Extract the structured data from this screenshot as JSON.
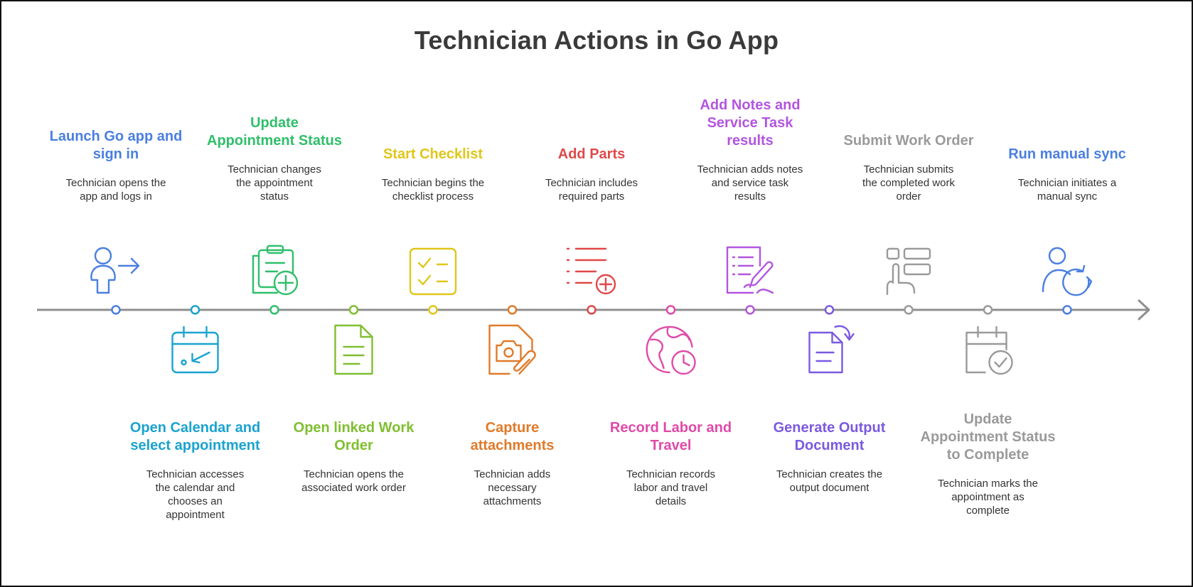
{
  "title": "Technician Actions in Go App",
  "steps": [
    {
      "title": "Launch Go app and sign in",
      "description": "Technician opens the app and logs in",
      "color": "#4a7fe0",
      "icon": "user-arrow-icon",
      "side": "top"
    },
    {
      "title": "Open Calendar and select appointment",
      "description": "Technician accesses the calendar and chooses an appointment",
      "color": "#1aa3cf",
      "icon": "calendar-arrow-icon",
      "side": "bottom"
    },
    {
      "title": "Update Appointment Status",
      "description": "Technician changes the appointment status",
      "color": "#2fbf6a",
      "icon": "clipboard-plus-icon",
      "side": "top"
    },
    {
      "title": "Open linked Work Order",
      "description": "Technician opens the associated work order",
      "color": "#7fbf30",
      "icon": "document-icon",
      "side": "bottom"
    },
    {
      "title": "Start Checklist",
      "description": "Technician begins the checklist process",
      "color": "#e0c61a",
      "icon": "checklist-icon",
      "side": "top"
    },
    {
      "title": "Capture attachments",
      "description": "Technician adds necessary attachments",
      "color": "#e07a2a",
      "icon": "camera-attachment-icon",
      "side": "bottom"
    },
    {
      "title": "Add Parts",
      "description": "Technician includes required parts",
      "color": "#e04848",
      "icon": "list-plus-icon",
      "side": "top"
    },
    {
      "title": "Record Labor and Travel",
      "description": "Technician records labor and travel details",
      "color": "#e04aa8",
      "icon": "globe-clock-icon",
      "side": "bottom"
    },
    {
      "title": "Add Notes and Service Task results",
      "description": "Technician adds notes and service task results",
      "color": "#b355e0",
      "icon": "notes-pen-icon",
      "side": "top"
    },
    {
      "title": "Generate Output Document",
      "description": "Technician creates the output document",
      "color": "#7a5ae0",
      "icon": "document-export-icon",
      "side": "bottom"
    },
    {
      "title": "Submit Work Order",
      "description": "Technician submits the completed work order",
      "color": "#9a9a9a",
      "icon": "hand-form-icon",
      "side": "top"
    },
    {
      "title": "Update Appointment Status to Complete",
      "description": "Technician marks the appointment as complete",
      "color": "#9a9a9a",
      "icon": "calendar-check-icon",
      "side": "bottom"
    },
    {
      "title": "Run manual sync",
      "description": "Technician initiates a manual sync",
      "color": "#4a7fe0",
      "icon": "user-sync-icon",
      "side": "top"
    }
  ],
  "line_color": "#8f8f8f"
}
